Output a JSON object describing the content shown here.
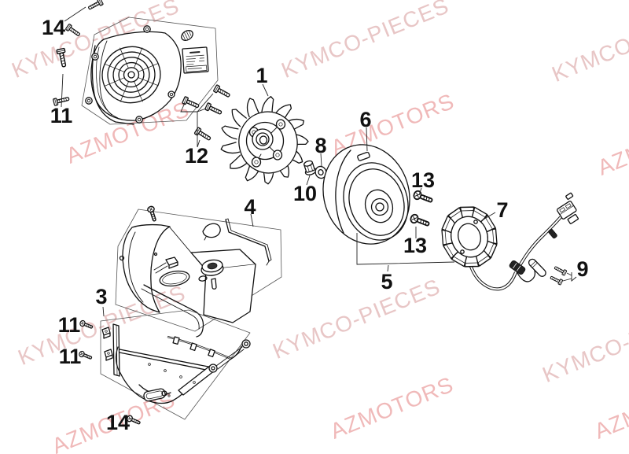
{
  "diagram": {
    "watermark_primary": "KYMCO-PIECES",
    "watermark_secondary": "AZMOTORS"
  },
  "colors": {
    "background": "#ffffff",
    "ink": "#111111",
    "panel_line": "#555555",
    "watermark_primary": "#e8c6c6",
    "watermark_secondary": "#f0b9b9"
  },
  "callouts": [
    {
      "n": "14"
    },
    {
      "n": "11"
    },
    {
      "n": "12"
    },
    {
      "n": "1"
    },
    {
      "n": "8"
    },
    {
      "n": "10"
    },
    {
      "n": "6"
    },
    {
      "n": "13"
    },
    {
      "n": "13"
    },
    {
      "n": "5"
    },
    {
      "n": "7"
    },
    {
      "n": "9"
    },
    {
      "n": "4"
    },
    {
      "n": "3"
    },
    {
      "n": "11"
    },
    {
      "n": "11"
    },
    {
      "n": "14"
    }
  ]
}
